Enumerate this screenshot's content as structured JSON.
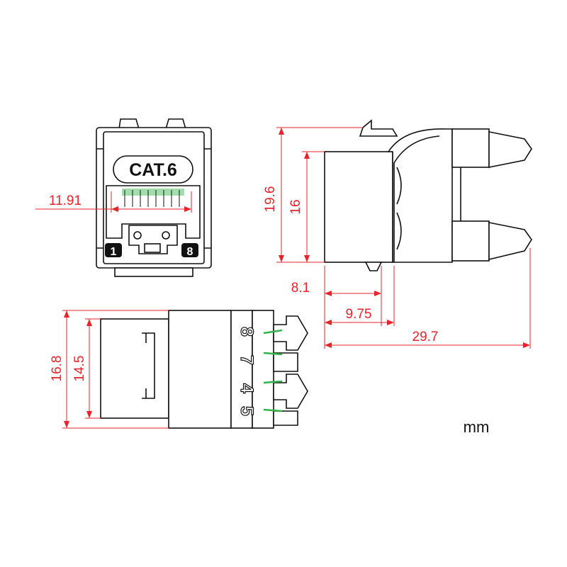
{
  "front_view": {
    "badge_label": "CAT.6",
    "pin_left_label": "1",
    "pin_right_label": "8",
    "width_dimension": "11.91"
  },
  "side_view": {
    "height_outer_dimension": "19.6",
    "height_inner_dimension": "16",
    "depth_short_dimension": "8.1",
    "depth_mid_dimension": "9.75",
    "depth_total_dimension": "29.7"
  },
  "top_view": {
    "height_outer_dimension": "16.8",
    "height_inner_dimension": "14.5",
    "pin_labels": [
      "8",
      "7",
      "4",
      "5"
    ]
  },
  "unit_label": "mm",
  "colors": {
    "dimension": "#e8232a",
    "outline": "#111111",
    "contact": "#31b34a"
  }
}
